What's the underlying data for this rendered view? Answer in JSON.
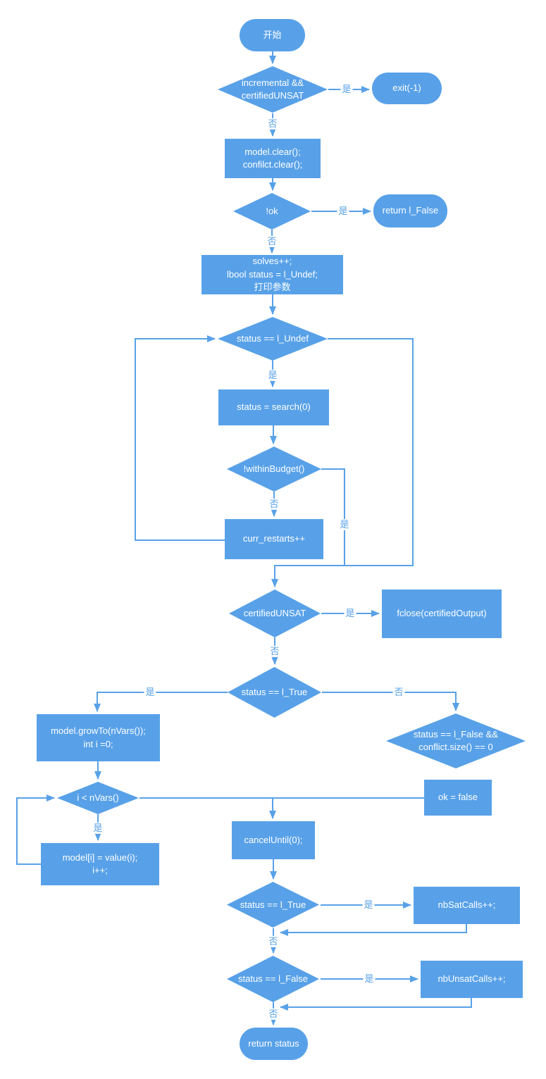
{
  "colors": {
    "accent": "#58A1E8",
    "node_text": "#FFFFFF",
    "bg": "#FFFFFF"
  },
  "nodes": {
    "start": {
      "type": "stadium",
      "label": "开始"
    },
    "check_incremental": {
      "type": "diamond",
      "lines": [
        "incremental &&",
        "certifiedUNSAT"
      ]
    },
    "exit": {
      "type": "stadium",
      "label": "exit(-1)"
    },
    "clear_model": {
      "type": "rect",
      "lines": [
        "model.clear();",
        "confilct.clear();"
      ]
    },
    "check_not_ok": {
      "type": "diamond",
      "label": "!ok"
    },
    "return_l_false": {
      "type": "stadium",
      "label": "return l_False"
    },
    "init_solve": {
      "type": "rect",
      "lines": [
        "solves++;",
        "lbool status = l_Undef;",
        "打印参数"
      ]
    },
    "check_status_undef": {
      "type": "diamond",
      "label": "status == l_Undef"
    },
    "search": {
      "type": "rect",
      "label": "status = search(0)"
    },
    "check_budget": {
      "type": "diamond",
      "label": "!withinBudget()"
    },
    "curr_restarts": {
      "type": "rect",
      "label": "curr_restarts++"
    },
    "check_certified_unsat": {
      "type": "diamond",
      "label": "certifiedUNSAT"
    },
    "fclose_output": {
      "type": "rect",
      "label": "fclose(certifiedOutput)"
    },
    "check_status_true": {
      "type": "diamond",
      "label": "status == l_True"
    },
    "grow_model": {
      "type": "rect",
      "lines": [
        "model.growTo(nVars());",
        "int i =0;"
      ]
    },
    "check_i_nvars": {
      "type": "diamond",
      "label": "i < nVars()"
    },
    "assign_model": {
      "type": "rect",
      "lines": [
        "model[i] = value(i);",
        "i++;"
      ]
    },
    "check_false_conflict": {
      "type": "diamond",
      "lines": [
        "status == l_False &&",
        "conflict.size() == 0"
      ]
    },
    "ok_false": {
      "type": "rect",
      "label": "ok = false"
    },
    "cancel_until": {
      "type": "rect",
      "label": "cancelUntil(0);"
    },
    "check_status_true2": {
      "type": "diamond",
      "label": "status == l_True"
    },
    "nb_sat_calls": {
      "type": "rect",
      "label": "nbSatCalls++;"
    },
    "check_status_false2": {
      "type": "diamond",
      "label": "status == l_False"
    },
    "nb_unsat_calls": {
      "type": "rect",
      "label": "nbUnsatCalls++;"
    },
    "end": {
      "type": "stadium",
      "label": "return status"
    }
  },
  "edge_labels": {
    "incremental_yes": "是",
    "incremental_no": "否",
    "ok_yes": "是",
    "ok_no": "否",
    "undef_yes": "是",
    "budget_no": "否",
    "budget_yes": "是",
    "certified_yes": "是",
    "certified_no": "否",
    "status_true_yes": "是",
    "status_true_no": "否",
    "i_nvars_yes": "是",
    "status_true2_yes": "是",
    "status_true2_no": "否",
    "status_false2_yes": "是",
    "status_false2_no": "否"
  }
}
